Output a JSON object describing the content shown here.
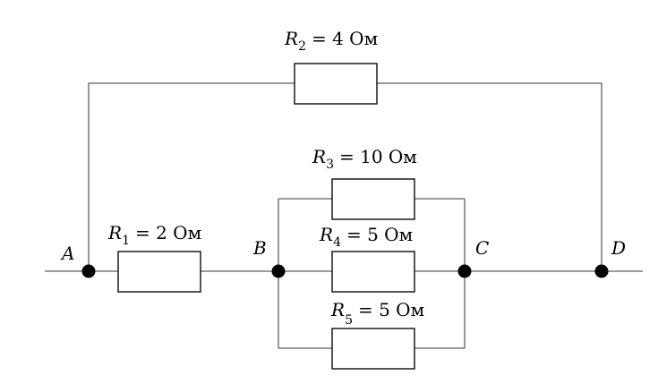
{
  "resistors": {
    "r1": {
      "symbol": "R",
      "index": "1",
      "value": "= 2 Ом"
    },
    "r2": {
      "symbol": "R",
      "index": "2",
      "value": "= 4 Ом"
    },
    "r3": {
      "symbol": "R",
      "index": "3",
      "value": "= 10 Ом"
    },
    "r4": {
      "symbol": "R",
      "index": "4",
      "value": "= 5 Ом"
    },
    "r5": {
      "symbol": "R",
      "index": "5",
      "value": "= 5 Ом"
    }
  },
  "nodes": {
    "a": "A",
    "b": "B",
    "c": "C",
    "d": "D"
  }
}
